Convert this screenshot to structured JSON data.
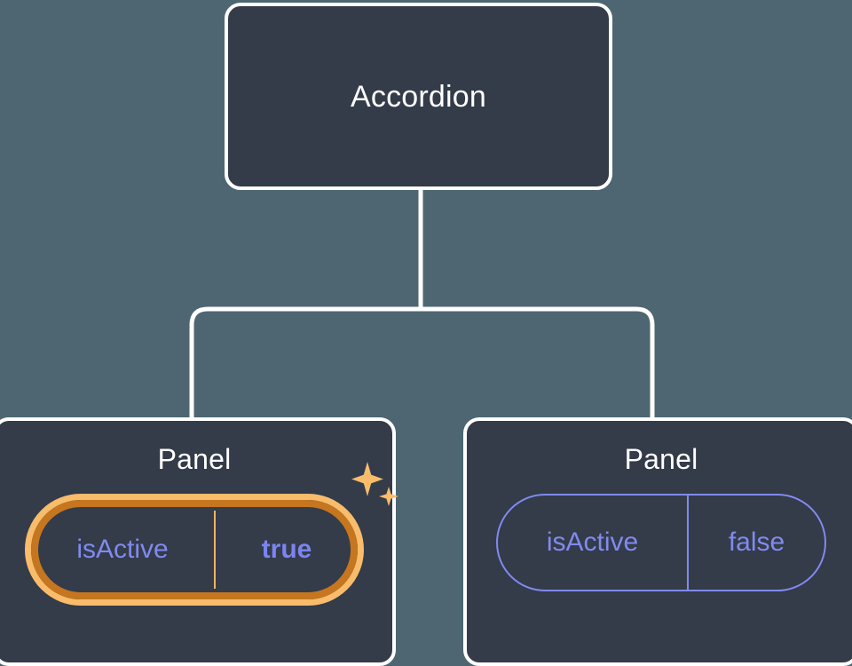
{
  "theme": {
    "background": "#4d6672",
    "node_fill": "#343b49",
    "node_border": "#ffffff",
    "connector": "#ffffff",
    "prop_text": "#818aef",
    "prop_value_active": "#7b84f0",
    "highlight_ring_inner": "#f8bc6b",
    "highlight_ring_outer": "#c5761f",
    "sparkle": "#f9bd6c"
  },
  "tree": {
    "root": {
      "title": "Accordion"
    },
    "children": [
      {
        "title": "Panel",
        "highlighted": true,
        "prop": {
          "key": "isActive",
          "value": "true"
        },
        "decoration": "sparkles-icon"
      },
      {
        "title": "Panel",
        "highlighted": false,
        "prop": {
          "key": "isActive",
          "value": "false"
        }
      }
    ]
  }
}
